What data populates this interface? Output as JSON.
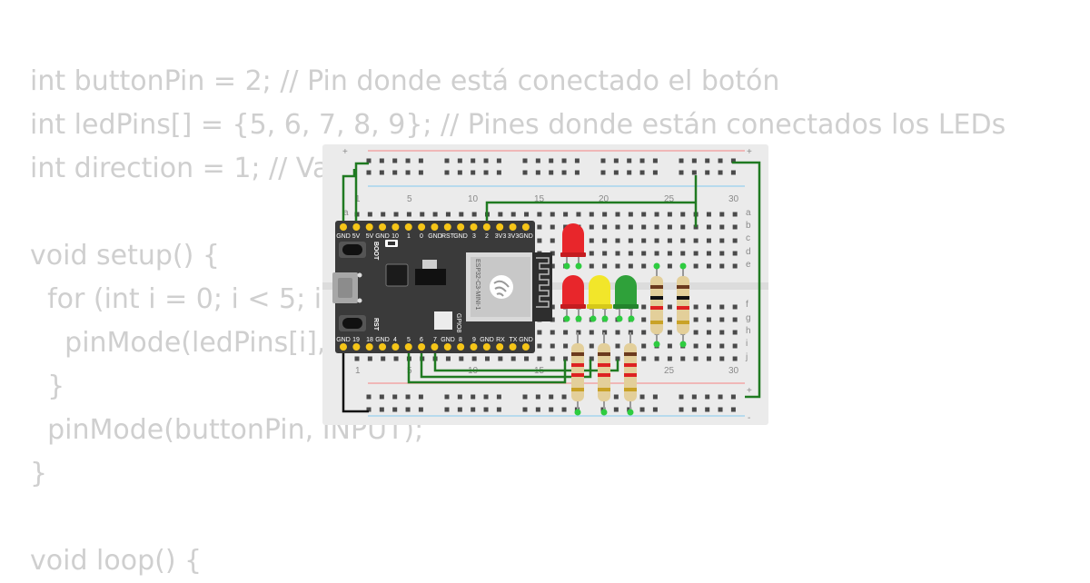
{
  "code": {
    "lines": [
      "int buttonPin = 2; // Pin donde está conectado el botón",
      "int ledPins[] = {5, 6, 7, 8, 9}; // Pines donde están conectados los LEDs",
      "int direction = 1; // Va",
      "",
      "void setup() {",
      "  for (int i = 0; i < 5; i++",
      "    pinMode(ledPins[i],",
      "  }",
      "  pinMode(buttonPin, INPUT);",
      "}",
      "",
      "void loop() {"
    ]
  },
  "breadboard": {
    "column_numbers": [
      "1",
      "5",
      "10",
      "15",
      "20",
      "25",
      "30"
    ],
    "row_letters_top": [
      "a",
      "b",
      "c",
      "d",
      "e"
    ],
    "row_letters_bottom": [
      "f",
      "g",
      "h",
      "i",
      "j"
    ],
    "rail_plus": "+",
    "rail_minus": "-"
  },
  "board": {
    "top_pins": [
      "GND",
      "5V",
      "5V",
      "GND",
      "10",
      "1",
      "0",
      "GND",
      "RST",
      "GND",
      "3",
      "2",
      "3V3",
      "3V3",
      "GND"
    ],
    "bottom_pins": [
      "GND",
      "19",
      "18",
      "GND",
      "4",
      "5",
      "6",
      "7",
      "GND",
      "8",
      "9",
      "GND",
      "RX",
      "TX",
      "GND"
    ],
    "boot_label": "BOOT",
    "rst_label": "RST",
    "gpio_label": "GPIO8",
    "module_label": "ESP32-C3-MINI-1"
  },
  "leds": [
    {
      "color": "red",
      "hex": "#e8262b"
    },
    {
      "color": "red",
      "hex": "#e8262b"
    },
    {
      "color": "yellow",
      "hex": "#f2e62a"
    },
    {
      "color": "green",
      "hex": "#2fa13a"
    }
  ],
  "colors": {
    "wire": "#1f7a21",
    "rail_red": "#f2a6a6",
    "rail_blue": "#a6d4ee",
    "board": "#3a3a3a",
    "pin": "#f5c518",
    "code_text": "#cfcfcf"
  }
}
